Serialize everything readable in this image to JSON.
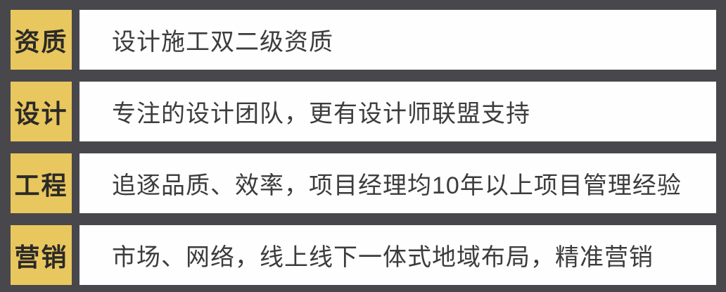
{
  "colors": {
    "background": "#48474b",
    "badge": "#e9c75f",
    "badge-text": "#2b2a27",
    "content-bg": "#fefefe",
    "content-text": "#3c3c3c"
  },
  "rows": [
    {
      "label": "资质",
      "content": "设计施工双二级资质"
    },
    {
      "label": "设计",
      "content": "专注的设计团队，更有设计师联盟支持"
    },
    {
      "label": "工程",
      "content": "追逐品质、效率，项目经理均10年以上项目管理经验"
    },
    {
      "label": "营销",
      "content": "市场、网络，线上线下一体式地域布局，精准营销"
    }
  ]
}
